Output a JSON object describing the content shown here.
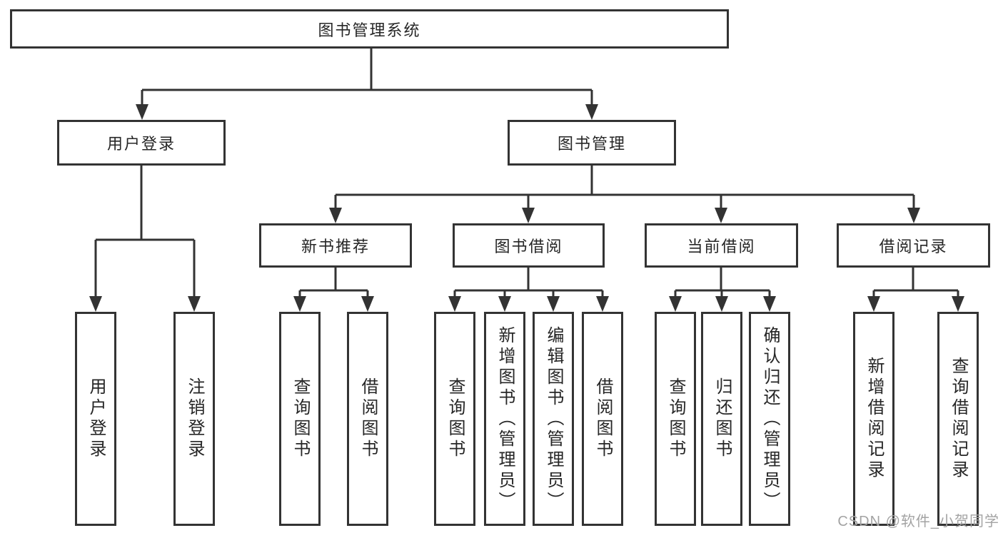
{
  "page": {
    "background": "#ffffff",
    "watermark": {
      "text": "CSDN @软件_小贺同学",
      "color": "#a3a3a3"
    }
  },
  "diagram": {
    "type": "hierarchy-tree",
    "line_color": "#333333",
    "box_border_color": "#333333",
    "text_color": "#262626",
    "root": {
      "label": "图书管理系统"
    },
    "branches": [
      {
        "label": "用户登录",
        "children": [
          {
            "label": "用户登录"
          },
          {
            "label": "注销登录"
          }
        ]
      },
      {
        "label": "图书管理",
        "children": [
          {
            "label": "新书推荐",
            "children": [
              {
                "label": "查询图书"
              },
              {
                "label": "借阅图书"
              }
            ]
          },
          {
            "label": "图书借阅",
            "children": [
              {
                "label": "查询图书"
              },
              {
                "label": "新增图书（管理员）"
              },
              {
                "label": "编辑图书（管理员）"
              },
              {
                "label": "借阅图书"
              }
            ]
          },
          {
            "label": "当前借阅",
            "children": [
              {
                "label": "查询图书"
              },
              {
                "label": "归还图书"
              },
              {
                "label": "确认归还（管理员）"
              }
            ]
          },
          {
            "label": "借阅记录",
            "children": [
              {
                "label": "新增借阅记录"
              },
              {
                "label": "查询借阅记录"
              }
            ]
          }
        ]
      }
    ]
  }
}
